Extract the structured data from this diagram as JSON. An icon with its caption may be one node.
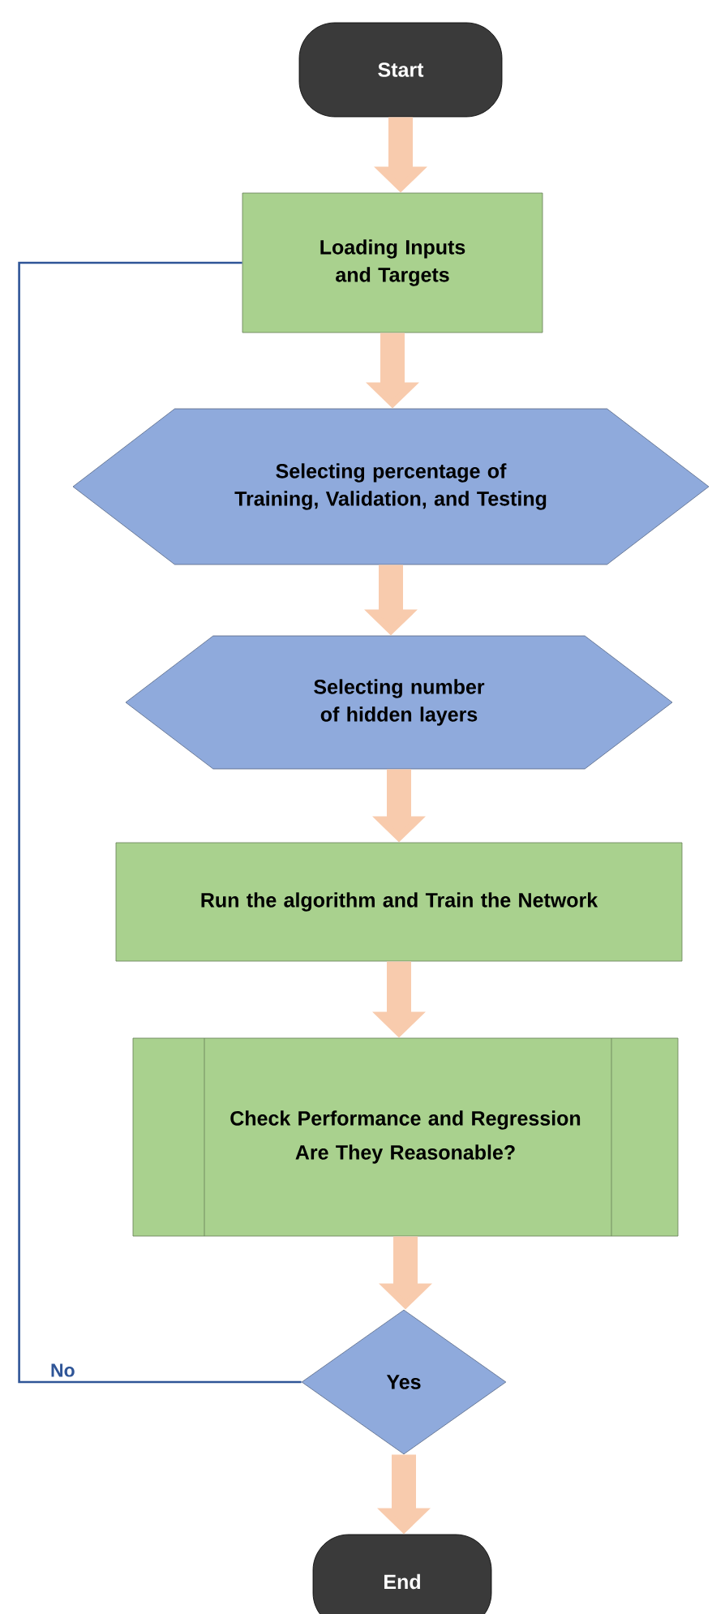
{
  "diagram": {
    "nodes": [
      {
        "text": [
          "Start"
        ]
      },
      {
        "text": [
          "Loading Inputs and Targets"
        ]
      },
      {
        "text": [
          "Selecting percentage of Training, Validation, and Testing"
        ]
      },
      {
        "text": [
          "Selecting number of hidden layers"
        ]
      },
      {
        "text": [
          "Run the algorithm and Train the Network"
        ]
      },
      {
        "text": [
          "Check Performance and Regression",
          "Are They Reasonable?"
        ]
      },
      {
        "text": [
          "Yes"
        ]
      },
      {
        "text": [
          "End"
        ]
      }
    ],
    "edges": [
      {
        "from": 0,
        "to": 1,
        "arrow": "to"
      },
      {
        "from": 1,
        "to": 2,
        "arrow": "to"
      },
      {
        "from": 2,
        "to": 3,
        "arrow": "to"
      },
      {
        "from": 3,
        "to": 4,
        "arrow": "to"
      },
      {
        "from": 4,
        "to": 5,
        "arrow": "to"
      },
      {
        "from": 5,
        "to": 6,
        "arrow": "to"
      },
      {
        "from": 6,
        "to": 7,
        "arrow": "to"
      },
      {
        "from": 6,
        "to": 1,
        "arrow": "none",
        "label": "No",
        "color": "#2f5597"
      }
    ]
  }
}
